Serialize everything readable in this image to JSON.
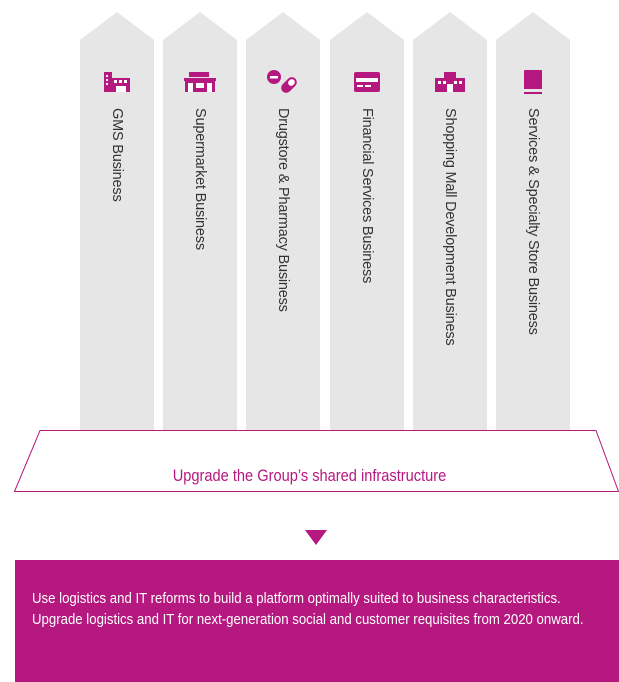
{
  "colors": {
    "arrow_fill": "#e6e6e6",
    "accent": "#b5187f",
    "text": "#333333",
    "panel_text": "#ffffff"
  },
  "businesses": [
    {
      "label": "GMS Business",
      "icon": "gms-store-icon"
    },
    {
      "label": "Supermarket Business",
      "icon": "supermarket-icon"
    },
    {
      "label": "Drugstore & Pharmacy Business",
      "icon": "pill-icon"
    },
    {
      "label": "Financial Services Business",
      "icon": "credit-card-icon"
    },
    {
      "label": "Shopping Mall Development Business",
      "icon": "shopping-mall-icon"
    },
    {
      "label": "Services & Specialty Store Business",
      "icon": "book-icon"
    }
  ],
  "infrastructure": {
    "label": "Upgrade the Group’s shared infrastructure"
  },
  "platform": {
    "text": "Use logistics and IT reforms to build a platform optimally suited to business characteristics. Upgrade logistics and IT for next-generation social and customer requisites from 2020 onward."
  }
}
